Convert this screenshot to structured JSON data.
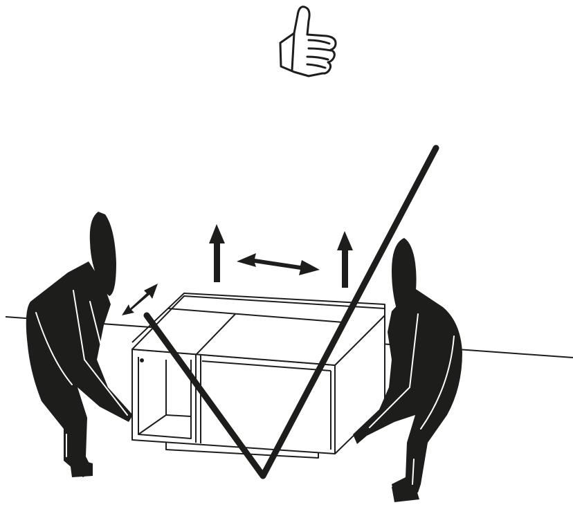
{
  "illustration": {
    "kind": "assembly-instruction",
    "caption_text": "",
    "colors": {
      "ink": "#1d1d1b",
      "paper": "#ffffff"
    },
    "icons": {
      "approval": "thumbs-up-icon",
      "lift_up": "arrow-up-icon",
      "slide_sideways": "double-arrow-icon",
      "approved_mark": "checkmark-icon"
    },
    "people_count": 2,
    "cabinet": "open-shelf-cabinet"
  }
}
